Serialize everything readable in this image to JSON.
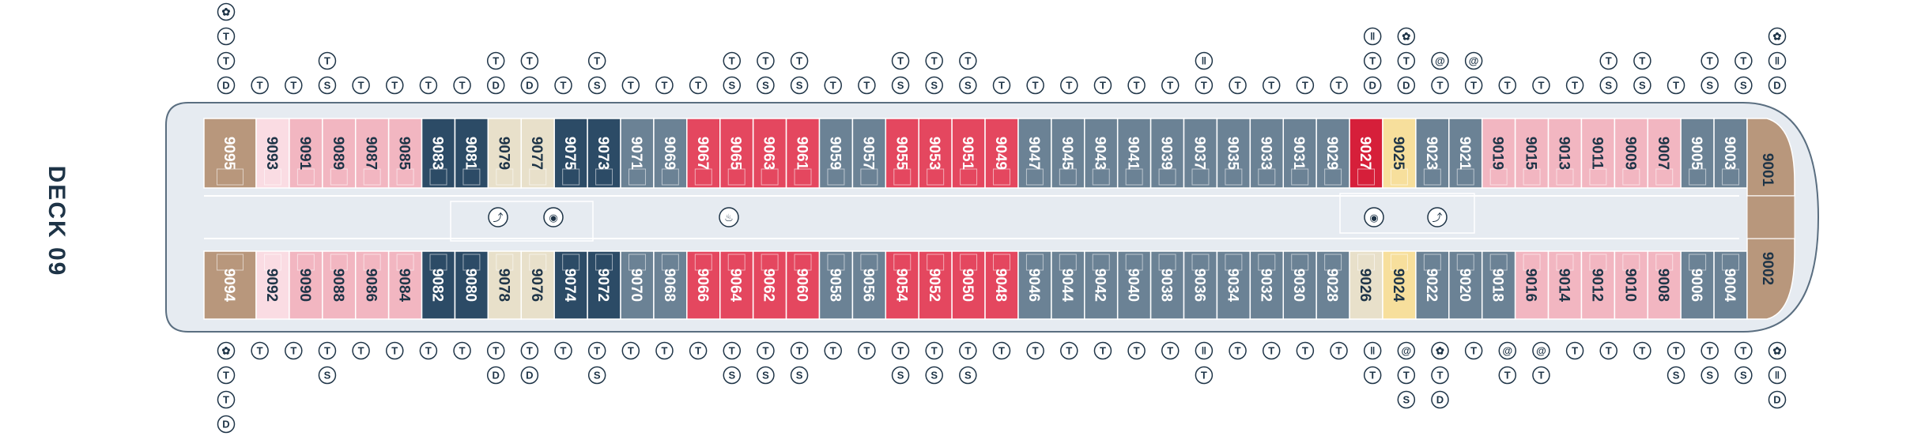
{
  "deck_title": "DECK 09",
  "colors": {
    "hull": "#e6ebf1",
    "outline": "#5a6e80",
    "navy": "#2c4b66",
    "slate": "#6b8295",
    "red": "#e4475f",
    "redDark": "#d61f3a",
    "pink": "#f2b6c1",
    "paleRose": "#fadce3",
    "tan": "#b8977c",
    "beige": "#e8e0ca",
    "yellow": "#f7df9c",
    "text": "#1e3447"
  },
  "symbols": {
    "T": "T",
    "S": "S",
    "D": "D",
    "spa": "@",
    "wc": "‖",
    "swirl": "✿",
    "glass": "♨"
  },
  "top_cabins": [
    {
      "num": "9095",
      "color": "tan",
      "suite": true
    },
    {
      "num": "9093",
      "color": "paleRose"
    },
    {
      "num": "9091",
      "color": "pink"
    },
    {
      "num": "9089",
      "color": "pink"
    },
    {
      "num": "9087",
      "color": "pink"
    },
    {
      "num": "9085",
      "color": "pink"
    },
    {
      "num": "9083",
      "color": "navy"
    },
    {
      "num": "9081",
      "color": "navy"
    },
    {
      "num": "9079",
      "color": "beige"
    },
    {
      "num": "9077",
      "color": "beige"
    },
    {
      "num": "9075",
      "color": "navy"
    },
    {
      "num": "9073",
      "color": "navy"
    },
    {
      "num": "9071",
      "color": "slate"
    },
    {
      "num": "9069",
      "color": "slate"
    },
    {
      "num": "9067",
      "color": "red"
    },
    {
      "num": "9065",
      "color": "red"
    },
    {
      "num": "9063",
      "color": "red"
    },
    {
      "num": "9061",
      "color": "red"
    },
    {
      "num": "9059",
      "color": "slate"
    },
    {
      "num": "9057",
      "color": "slate"
    },
    {
      "num": "9055",
      "color": "red"
    },
    {
      "num": "9053",
      "color": "red"
    },
    {
      "num": "9051",
      "color": "red"
    },
    {
      "num": "9049",
      "color": "red"
    },
    {
      "num": "9047",
      "color": "slate"
    },
    {
      "num": "9045",
      "color": "slate"
    },
    {
      "num": "9043",
      "color": "slate"
    },
    {
      "num": "9041",
      "color": "slate"
    },
    {
      "num": "9039",
      "color": "slate"
    },
    {
      "num": "9037",
      "color": "slate"
    },
    {
      "num": "9035",
      "color": "slate"
    },
    {
      "num": "9033",
      "color": "slate"
    },
    {
      "num": "9031",
      "color": "slate"
    },
    {
      "num": "9029",
      "color": "slate"
    },
    {
      "num": "9027",
      "color": "redDark"
    },
    {
      "num": "9025",
      "color": "yellow"
    },
    {
      "num": "9023",
      "color": "slate"
    },
    {
      "num": "9021",
      "color": "slate"
    },
    {
      "num": "9019",
      "color": "pink"
    },
    {
      "num": "9015",
      "color": "pink"
    },
    {
      "num": "9013",
      "color": "pink"
    },
    {
      "num": "9011",
      "color": "pink"
    },
    {
      "num": "9009",
      "color": "pink"
    },
    {
      "num": "9007",
      "color": "pink"
    },
    {
      "num": "9005",
      "color": "slate"
    },
    {
      "num": "9003",
      "color": "slate"
    }
  ],
  "bottom_cabins": [
    {
      "num": "9094",
      "color": "tan",
      "suite": true
    },
    {
      "num": "9092",
      "color": "paleRose"
    },
    {
      "num": "9090",
      "color": "pink"
    },
    {
      "num": "9088",
      "color": "pink"
    },
    {
      "num": "9086",
      "color": "pink"
    },
    {
      "num": "9084",
      "color": "pink"
    },
    {
      "num": "9082",
      "color": "navy"
    },
    {
      "num": "9080",
      "color": "navy"
    },
    {
      "num": "9078",
      "color": "beige"
    },
    {
      "num": "9076",
      "color": "beige"
    },
    {
      "num": "9074",
      "color": "navy"
    },
    {
      "num": "9072",
      "color": "navy"
    },
    {
      "num": "9070",
      "color": "slate"
    },
    {
      "num": "9068",
      "color": "slate"
    },
    {
      "num": "9066",
      "color": "red"
    },
    {
      "num": "9064",
      "color": "red"
    },
    {
      "num": "9062",
      "color": "red"
    },
    {
      "num": "9060",
      "color": "red"
    },
    {
      "num": "9058",
      "color": "slate"
    },
    {
      "num": "9056",
      "color": "slate"
    },
    {
      "num": "9054",
      "color": "red"
    },
    {
      "num": "9052",
      "color": "red"
    },
    {
      "num": "9050",
      "color": "red"
    },
    {
      "num": "9048",
      "color": "red"
    },
    {
      "num": "9046",
      "color": "slate"
    },
    {
      "num": "9044",
      "color": "slate"
    },
    {
      "num": "9042",
      "color": "slate"
    },
    {
      "num": "9040",
      "color": "slate"
    },
    {
      "num": "9038",
      "color": "slate"
    },
    {
      "num": "9036",
      "color": "slate"
    },
    {
      "num": "9034",
      "color": "slate"
    },
    {
      "num": "9032",
      "color": "slate"
    },
    {
      "num": "9030",
      "color": "slate"
    },
    {
      "num": "9028",
      "color": "slate"
    },
    {
      "num": "9026",
      "color": "beige"
    },
    {
      "num": "9024",
      "color": "yellow"
    },
    {
      "num": "9022",
      "color": "slate"
    },
    {
      "num": "9020",
      "color": "slate"
    },
    {
      "num": "9018",
      "color": "slate"
    },
    {
      "num": "9016",
      "color": "pink"
    },
    {
      "num": "9014",
      "color": "pink"
    },
    {
      "num": "9012",
      "color": "pink"
    },
    {
      "num": "9010",
      "color": "pink"
    },
    {
      "num": "9008",
      "color": "pink"
    },
    {
      "num": "9006",
      "color": "slate"
    },
    {
      "num": "9004",
      "color": "slate"
    }
  ],
  "bow_suites": [
    {
      "num": "9001",
      "color": "tan"
    },
    {
      "num": "9002",
      "color": "tan"
    }
  ],
  "top_stacks": [
    [
      "swirl",
      "T",
      "T",
      "D"
    ],
    [
      "T"
    ],
    [
      "T"
    ],
    [
      "T",
      "S"
    ],
    [
      "T"
    ],
    [
      "T"
    ],
    [
      "T"
    ],
    [
      "T"
    ],
    [
      "T",
      "D"
    ],
    [
      "T",
      "D"
    ],
    [
      "T"
    ],
    [
      "T",
      "S"
    ],
    [
      "T"
    ],
    [
      "T"
    ],
    [
      "T"
    ],
    [
      "T",
      "S"
    ],
    [
      "T",
      "S"
    ],
    [
      "T",
      "S"
    ],
    [
      "T"
    ],
    [
      "T"
    ],
    [
      "T",
      "S"
    ],
    [
      "T",
      "S"
    ],
    [
      "T",
      "S"
    ],
    [
      "T"
    ],
    [
      "T"
    ],
    [
      "T"
    ],
    [
      "T"
    ],
    [
      "T"
    ],
    [
      "T"
    ],
    [
      "wc",
      "T"
    ],
    [
      "T"
    ],
    [
      "T"
    ],
    [
      "T"
    ],
    [
      "T"
    ],
    [
      "wc",
      "T",
      "D"
    ],
    [
      "swirl",
      "T",
      "D"
    ],
    [
      "spa",
      "T"
    ],
    [
      "spa",
      "T"
    ],
    [
      "T"
    ],
    [
      "T"
    ],
    [
      "T"
    ],
    [
      "T",
      "S"
    ],
    [
      "T",
      "S"
    ],
    [
      "T"
    ],
    [
      "T",
      "S"
    ],
    [
      "T",
      "S"
    ],
    [
      "swirl",
      "wc",
      "D"
    ]
  ],
  "bottom_stacks": [
    [
      "swirl",
      "T",
      "T",
      "D"
    ],
    [
      "T"
    ],
    [
      "T"
    ],
    [
      "T",
      "S"
    ],
    [
      "T"
    ],
    [
      "T"
    ],
    [
      "T"
    ],
    [
      "T"
    ],
    [
      "T",
      "D"
    ],
    [
      "T",
      "D"
    ],
    [
      "T"
    ],
    [
      "T",
      "S"
    ],
    [
      "T"
    ],
    [
      "T"
    ],
    [
      "T"
    ],
    [
      "T",
      "S"
    ],
    [
      "T",
      "S"
    ],
    [
      "T",
      "S"
    ],
    [
      "T"
    ],
    [
      "T"
    ],
    [
      "T",
      "S"
    ],
    [
      "T",
      "S"
    ],
    [
      "T",
      "S"
    ],
    [
      "T"
    ],
    [
      "T"
    ],
    [
      "T"
    ],
    [
      "T"
    ],
    [
      "T"
    ],
    [
      "T"
    ],
    [
      "wc",
      "T"
    ],
    [
      "T"
    ],
    [
      "T"
    ],
    [
      "T"
    ],
    [
      "T"
    ],
    [
      "wc",
      "T"
    ],
    [
      "spa",
      "T",
      "S"
    ],
    [
      "swirl",
      "T",
      "D"
    ],
    [
      "T"
    ],
    [
      "spa",
      "T"
    ],
    [
      "spa",
      "T"
    ],
    [
      "T"
    ],
    [
      "T"
    ],
    [
      "T"
    ],
    [
      "T",
      "S"
    ],
    [
      "T",
      "S"
    ],
    [
      "T",
      "S"
    ],
    [
      "swirl",
      "wc",
      "D"
    ]
  ]
}
